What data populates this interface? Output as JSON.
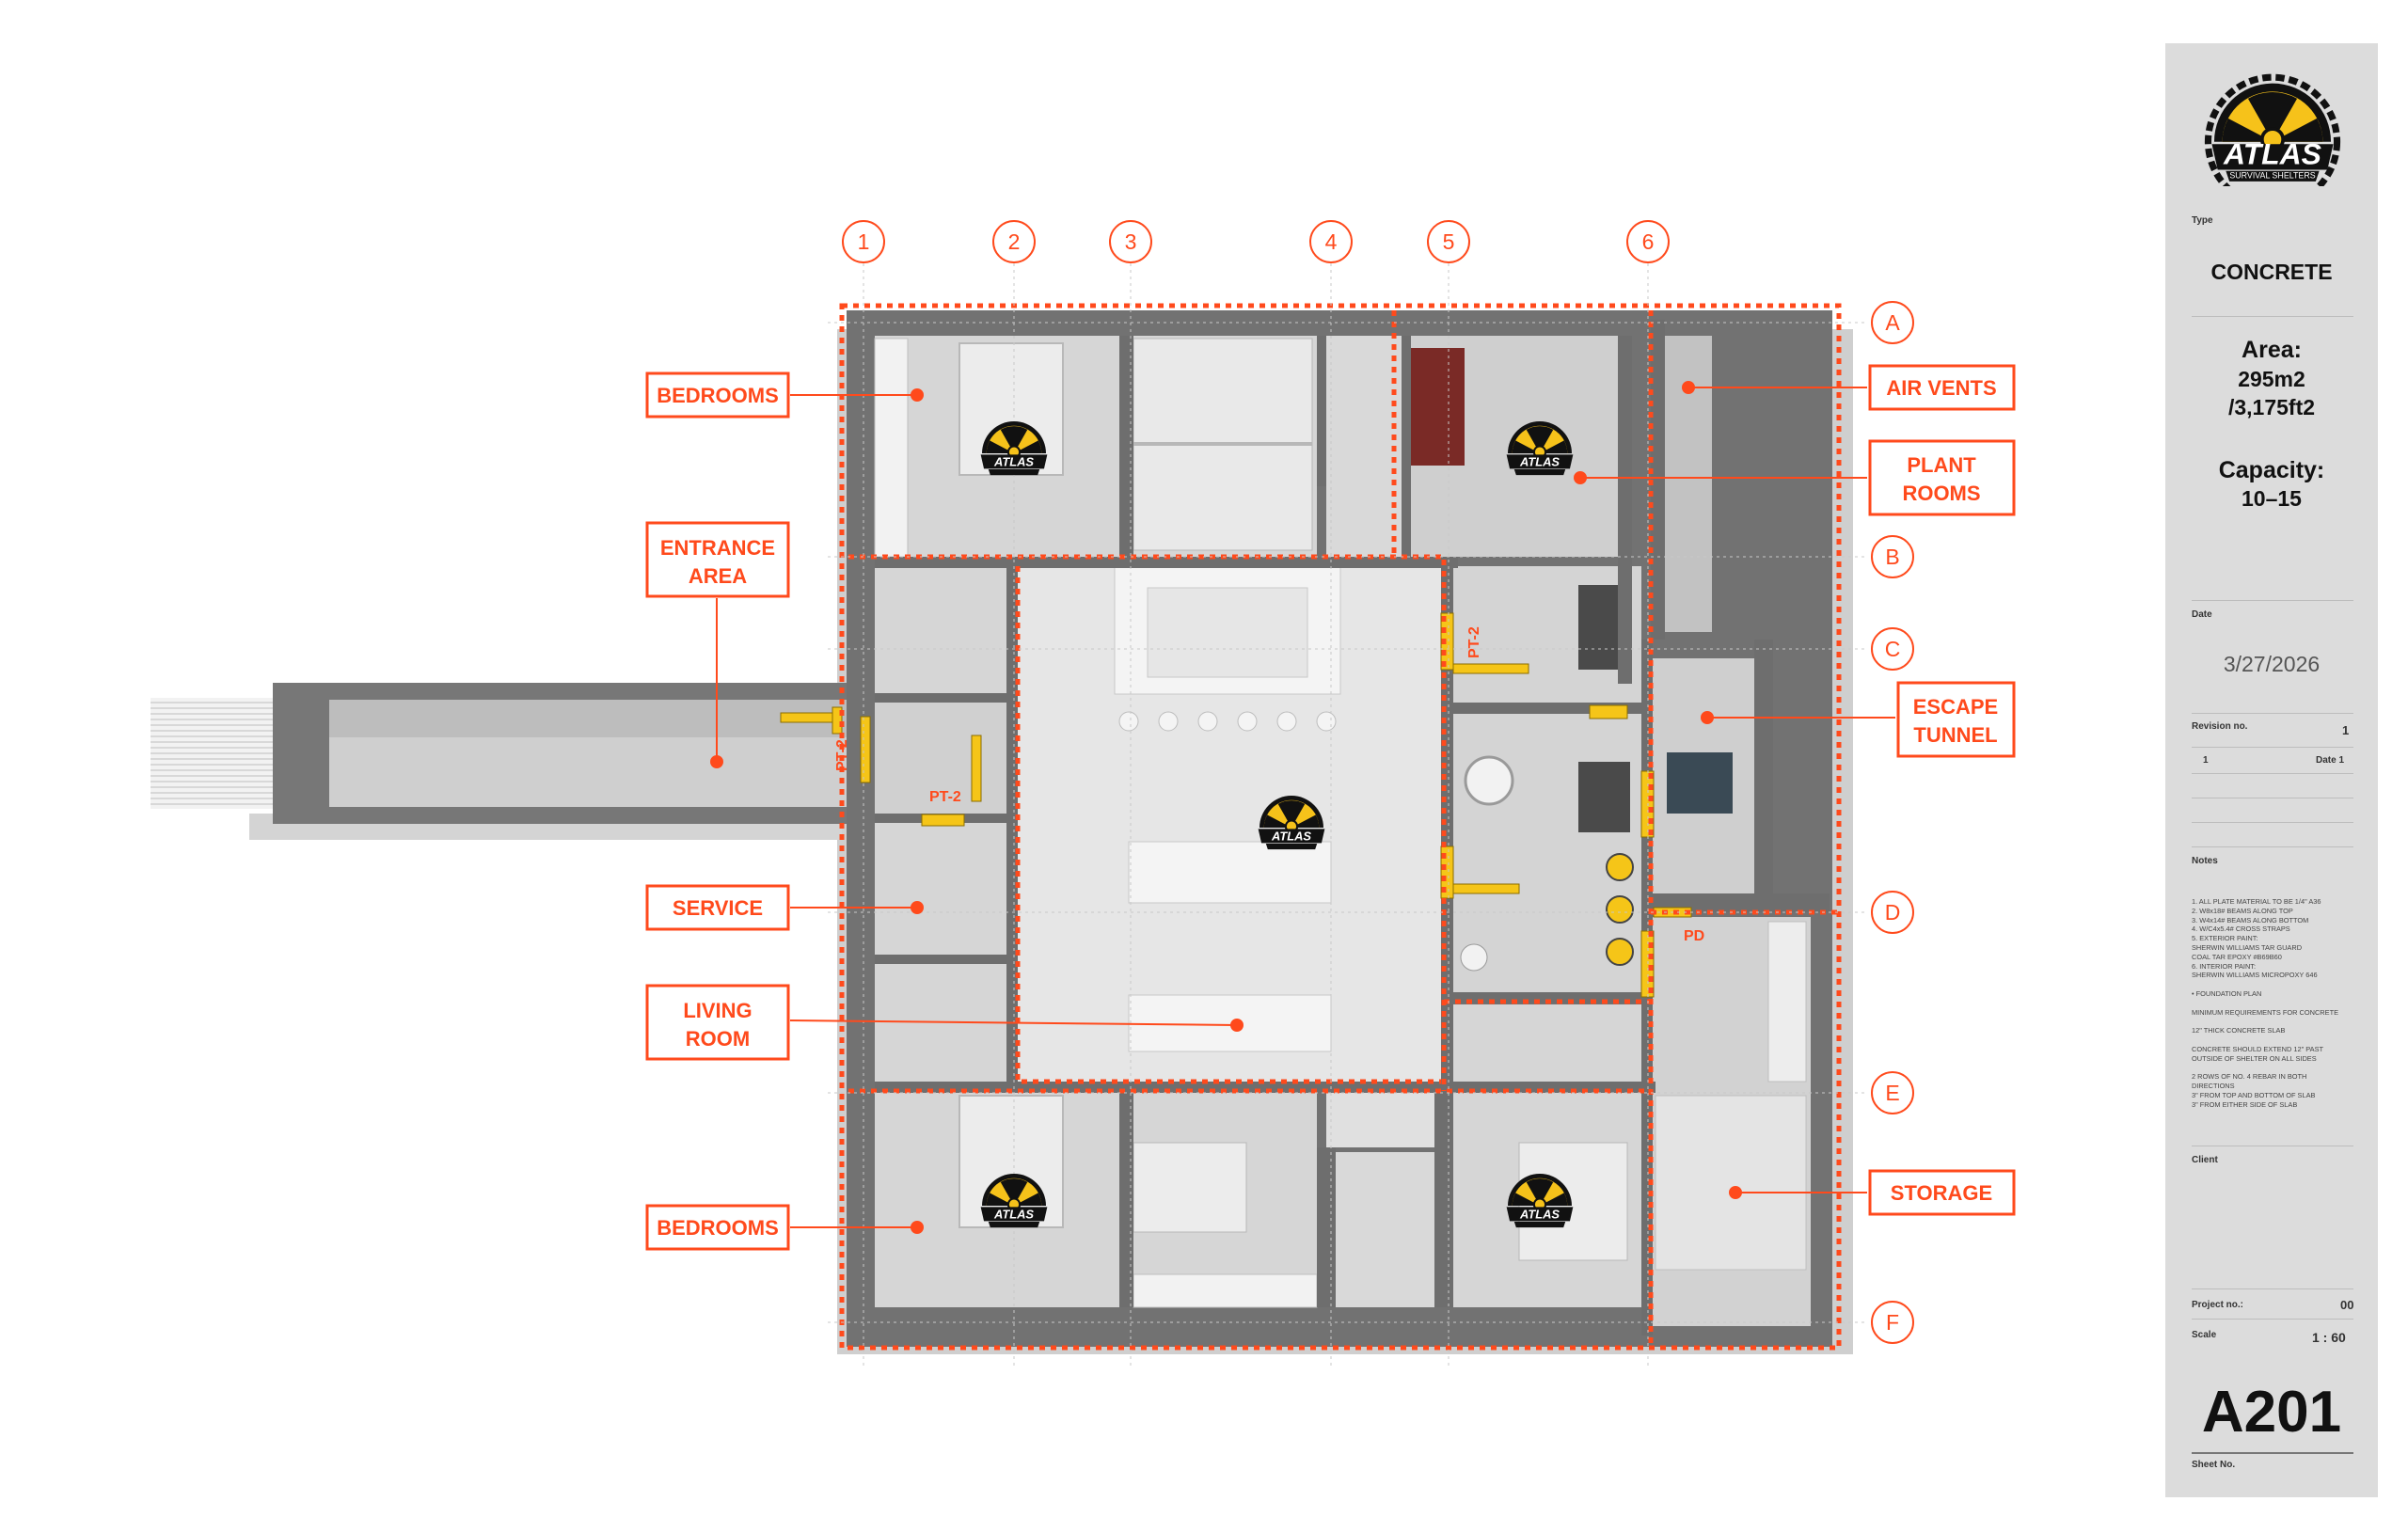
{
  "brand": {
    "name": "ATLAS",
    "tagline": "SURVIVAL SHELTERS"
  },
  "grid_columns": [
    "1",
    "2",
    "3",
    "4",
    "5",
    "6"
  ],
  "grid_rows": [
    "A",
    "B",
    "C",
    "D",
    "E",
    "F"
  ],
  "callouts": {
    "bedrooms_top": [
      "BEDROOMS"
    ],
    "entrance": [
      "ENTRANCE",
      "AREA"
    ],
    "service": [
      "SERVICE"
    ],
    "living": [
      "LIVING",
      "ROOM"
    ],
    "bedrooms_bottom": [
      "BEDROOMS"
    ],
    "air_vents": [
      "AIR VENTS"
    ],
    "plant_rooms": [
      "PLANT",
      "ROOMS"
    ],
    "escape_tunnel": [
      "ESCAPE",
      "TUNNEL"
    ],
    "storage": [
      "STORAGE"
    ]
  },
  "plan_labels": {
    "pt2_a": "PT-2",
    "pt2_b": "PT-2",
    "pt2_c": "PT-2",
    "pd": "PD"
  },
  "title_block": {
    "type_label": "Type",
    "type_value": "CONCRETE",
    "area_label": "Area:",
    "area_m2": "295m2",
    "area_ft2": "/3,175ft2",
    "capacity_label": "Capacity:",
    "capacity_value": "10–15",
    "date_label": "Date",
    "date_value": "3/27/2026",
    "revision_label": "Revision no.",
    "revision_value": "1",
    "rev_row_no": "1",
    "rev_row_date": "Date 1",
    "notes_label": "Notes",
    "notes": [
      "1. ALL PLATE MATERIAL TO BE 1/4\" A36",
      "2. W8x18# BEAMS ALONG TOP",
      "3. W4x14# BEAMS ALONG BOTTOM",
      "4. W/C4x5.4# CROSS STRAPS",
      "5. EXTERIOR PAINT:",
      "   SHERWIN WILLIAMS TAR GUARD",
      "   COAL TAR EPOXY #B69B60",
      "6. INTERIOR PAINT:",
      "   SHERWIN WILLIAMS MICROPOXY 646",
      "",
      "•   FOUNDATION PLAN",
      "",
      "MINIMUM REQUIREMENTS FOR CONCRETE",
      "",
      "12\" THICK CONCRETE SLAB",
      "",
      "CONCRETE SHOULD EXTEND 12\" PAST",
      "OUTSIDE OF SHELTER ON ALL SIDES",
      "",
      "2 ROWS OF NO. 4 REBAR IN BOTH",
      "DIRECTIONS",
      "3\" FROM TOP AND BOTTOM OF SLAB",
      "3\" FROM EITHER SIDE OF SLAB"
    ],
    "client_label": "Client",
    "project_label": "Project no.:",
    "project_value": "00",
    "scale_label": "Scale",
    "scale_value": "1 : 60",
    "sheet_value": "A201",
    "sheet_label": "Sheet No."
  },
  "colors": {
    "accent": "#ff4a1c",
    "wall": "#6e6e6e",
    "floor": "#dedede",
    "floor_dark": "#c6c6c6",
    "pipe": "#f5c518",
    "bed_floor": "#d4d4d4",
    "brand_yellow": "#f6c21a",
    "brand_black": "#111111"
  }
}
